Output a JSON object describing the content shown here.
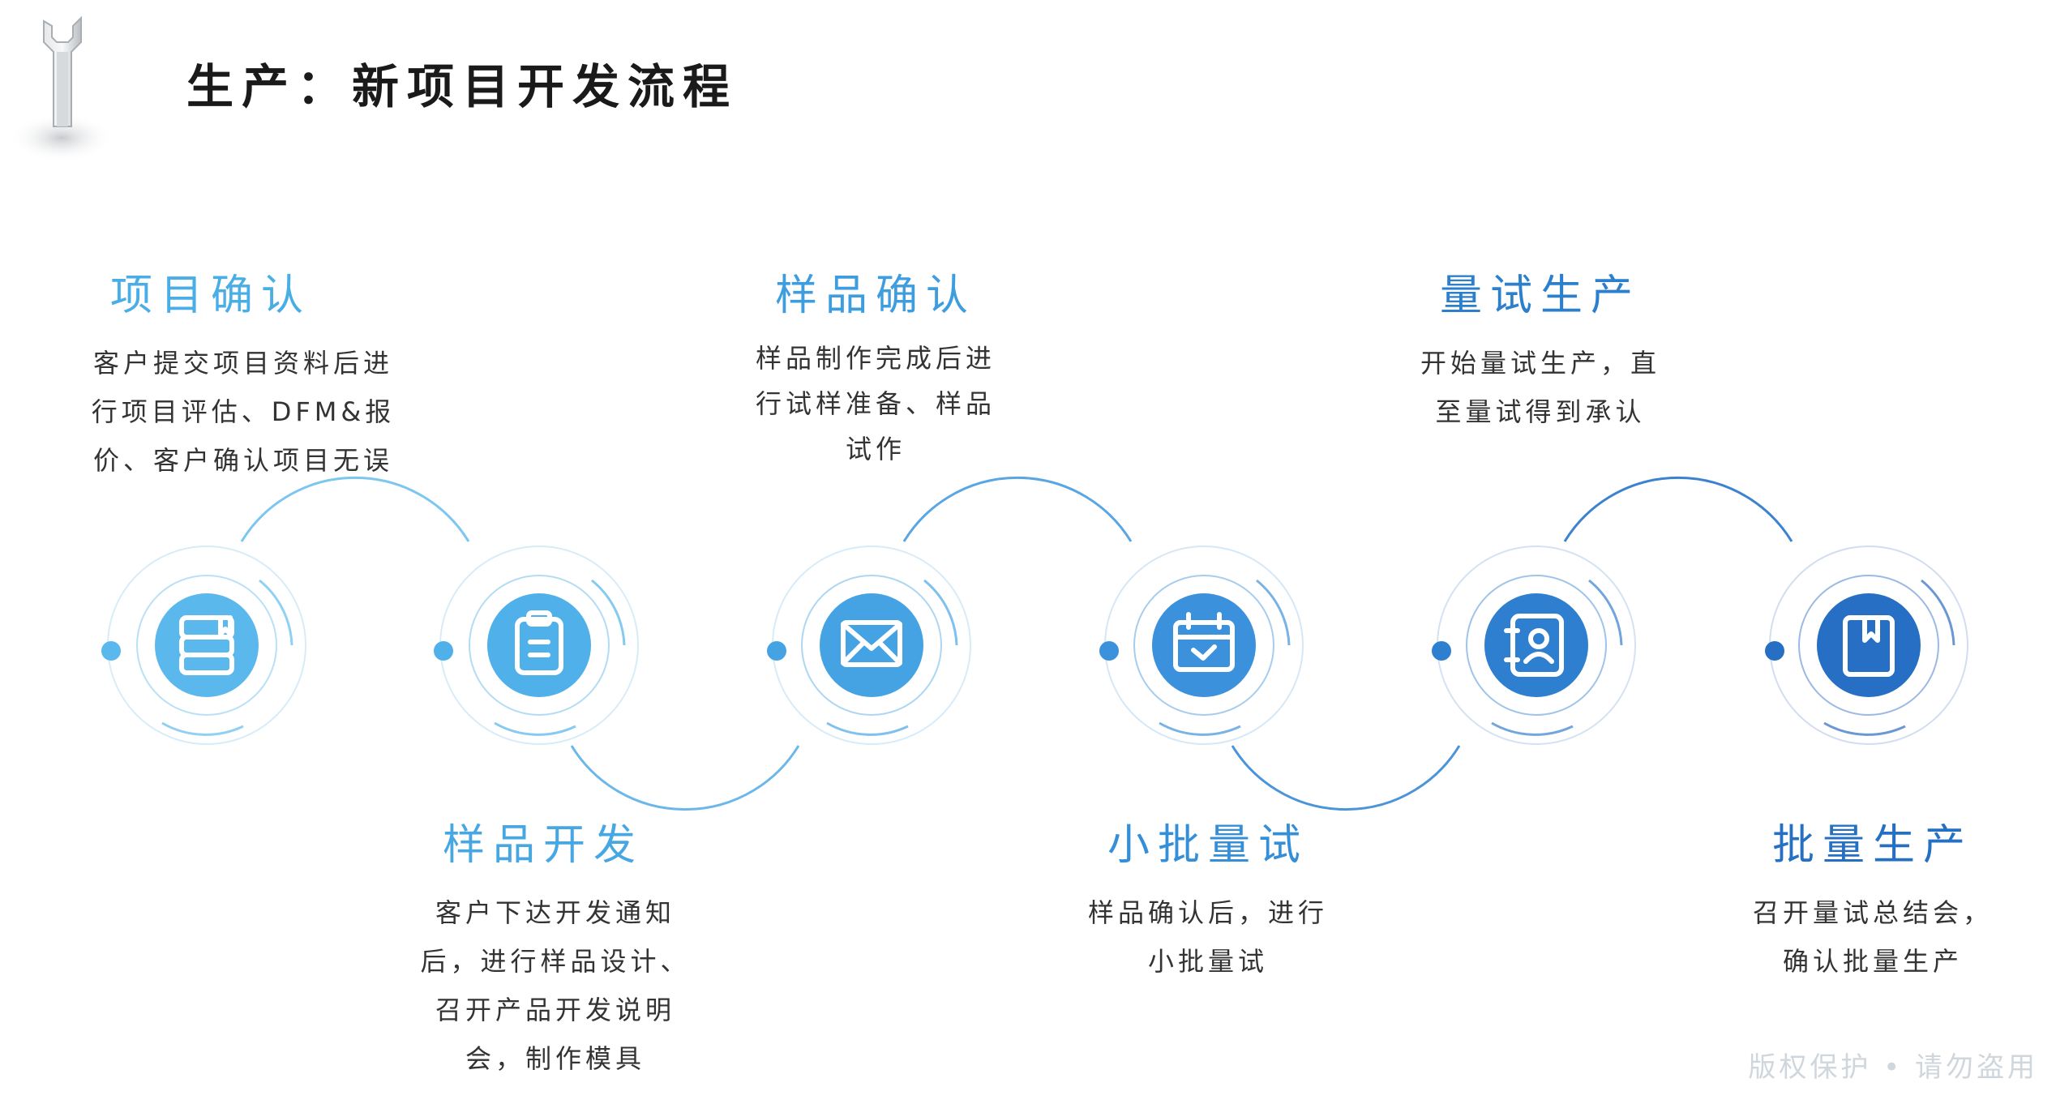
{
  "header": {
    "title": "生产：新项目开发流程"
  },
  "colors": {
    "connector": "#3c8fd6",
    "ring": "#9cc8ea",
    "text": "#333333"
  },
  "steps": [
    {
      "title": "项目确认",
      "desc": [
        "客户提交项目资料后进",
        "行项目评估、DFM&报",
        "价、客户确认项目无误"
      ],
      "icon": "book-stack-icon",
      "color": "#5ab8ec",
      "ring_color": "#8fd0f3",
      "title_color": "#4aaee6"
    },
    {
      "title": "样品开发",
      "desc": [
        "客户下达开发通知",
        "后，进行样品设计、",
        "召开产品开发说明",
        "会，制作模具"
      ],
      "icon": "clipboard-icon",
      "color": "#4fb0ea",
      "ring_color": "#86c9f1",
      "title_color": "#46a7e3"
    },
    {
      "title": "样品确认",
      "desc": [
        "样品制作完成后进",
        "行试样准备、样品",
        "试作"
      ],
      "icon": "envelope-icon",
      "color": "#45a3e4",
      "ring_color": "#7fc0ee",
      "title_color": "#3e9ddf"
    },
    {
      "title": "小批量试",
      "desc": [
        "样品确认后，进行",
        "小批量试"
      ],
      "icon": "calendar-icon",
      "color": "#3b91db",
      "ring_color": "#79b3e6",
      "title_color": "#358fd8"
    },
    {
      "title": "量试生产",
      "desc": [
        "开始量试生产，直",
        "至量试得到承认"
      ],
      "icon": "contact-book-icon",
      "color": "#2f7fd0",
      "ring_color": "#72a4dd",
      "title_color": "#2b7fcd"
    },
    {
      "title": "批量生产",
      "desc": [
        "召开量试总结会，",
        "确认批量生产"
      ],
      "icon": "notebook-icon",
      "color": "#266fc4",
      "ring_color": "#6b97d5",
      "title_color": "#2670c4"
    }
  ],
  "watermark": "版权保护 • 请勿盗用"
}
